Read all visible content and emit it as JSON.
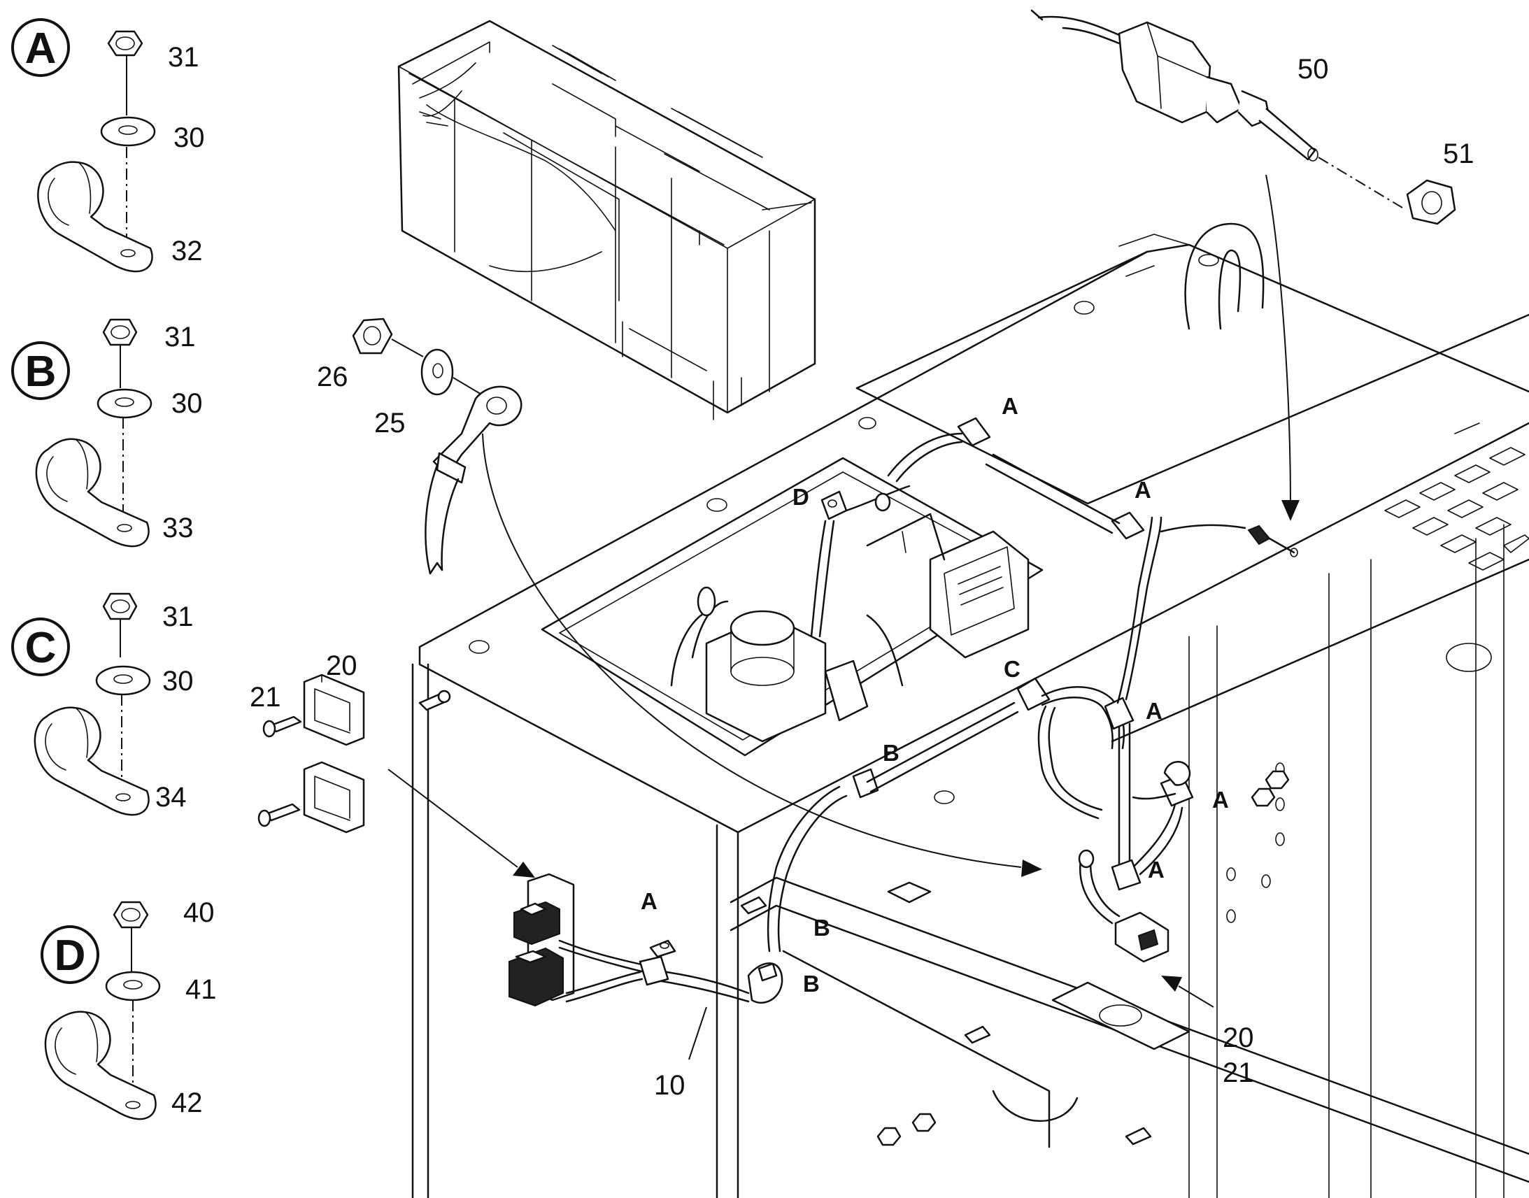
{
  "details": [
    {
      "badge": "A",
      "nut": "31",
      "washer": "30",
      "clamp": "32"
    },
    {
      "badge": "B",
      "nut": "31",
      "washer": "30",
      "clamp": "33"
    },
    {
      "badge": "C",
      "nut": "31",
      "washer": "30",
      "clamp": "34"
    },
    {
      "badge": "D",
      "nut": "40",
      "washer": "41",
      "clamp": "42"
    }
  ],
  "callouts": {
    "nut_26": "26",
    "washer_25": "25",
    "bracket_20": "20",
    "screw_21": "21",
    "switch_50": "50",
    "nut_51": "51",
    "harness_10": "10",
    "ref_20": "20",
    "ref_21": "21"
  },
  "clip_labels": {
    "a1": "A",
    "a2": "A",
    "a3": "A",
    "a4": "A",
    "a5": "A",
    "a6": "A",
    "b1": "B",
    "b2": "B",
    "b3": "B",
    "c1": "C",
    "d1": "D"
  }
}
